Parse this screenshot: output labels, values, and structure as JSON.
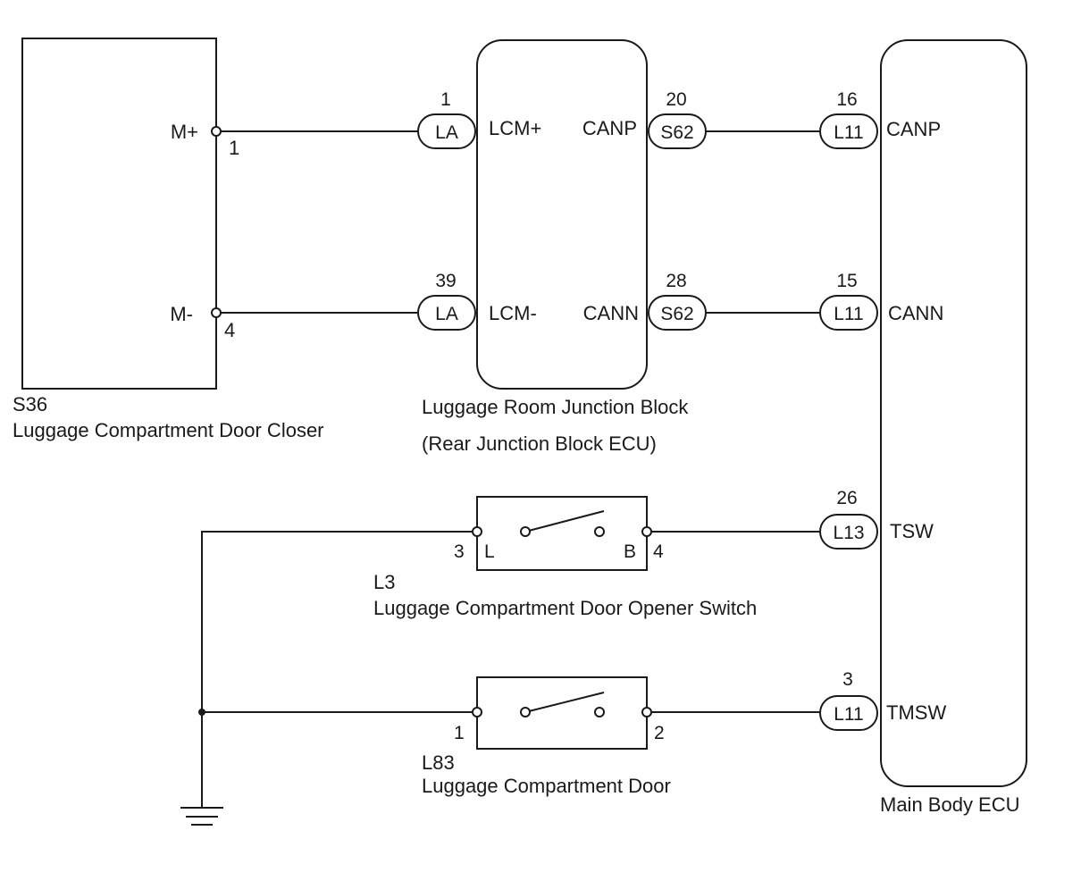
{
  "components": {
    "door_closer": {
      "code": "S36",
      "name": "Luggage Compartment Door Closer",
      "pins": [
        {
          "label": "M+",
          "num": "1"
        },
        {
          "label": "M-",
          "num": "4"
        }
      ]
    },
    "junction_block": {
      "name_line1": "Luggage Room Junction Block",
      "name_line2": "(Rear Junction Block ECU)",
      "pins_left": [
        "LCM+",
        "LCM-"
      ],
      "pins_right": [
        "CANP",
        "CANN"
      ]
    },
    "opener_switch": {
      "code": "L3",
      "name": "Luggage Compartment Door Opener Switch",
      "left_contact": "L",
      "right_contact": "B",
      "left_num": "3",
      "right_num": "4"
    },
    "door_switch": {
      "code": "L83",
      "name": "Luggage Compartment Door",
      "left_num": "1",
      "right_num": "2"
    },
    "main_body_ecu": {
      "name": "Main Body ECU",
      "pins": [
        "CANP",
        "CANN",
        "TSW",
        "TMSW"
      ]
    }
  },
  "connectors": [
    {
      "id": "LA",
      "pin": "1"
    },
    {
      "id": "LA",
      "pin": "39"
    },
    {
      "id": "S62",
      "pin": "20"
    },
    {
      "id": "S62",
      "pin": "28"
    },
    {
      "id": "L11",
      "pin": "16"
    },
    {
      "id": "L11",
      "pin": "15"
    },
    {
      "id": "L13",
      "pin": "26"
    },
    {
      "id": "L11",
      "pin": "3"
    }
  ]
}
